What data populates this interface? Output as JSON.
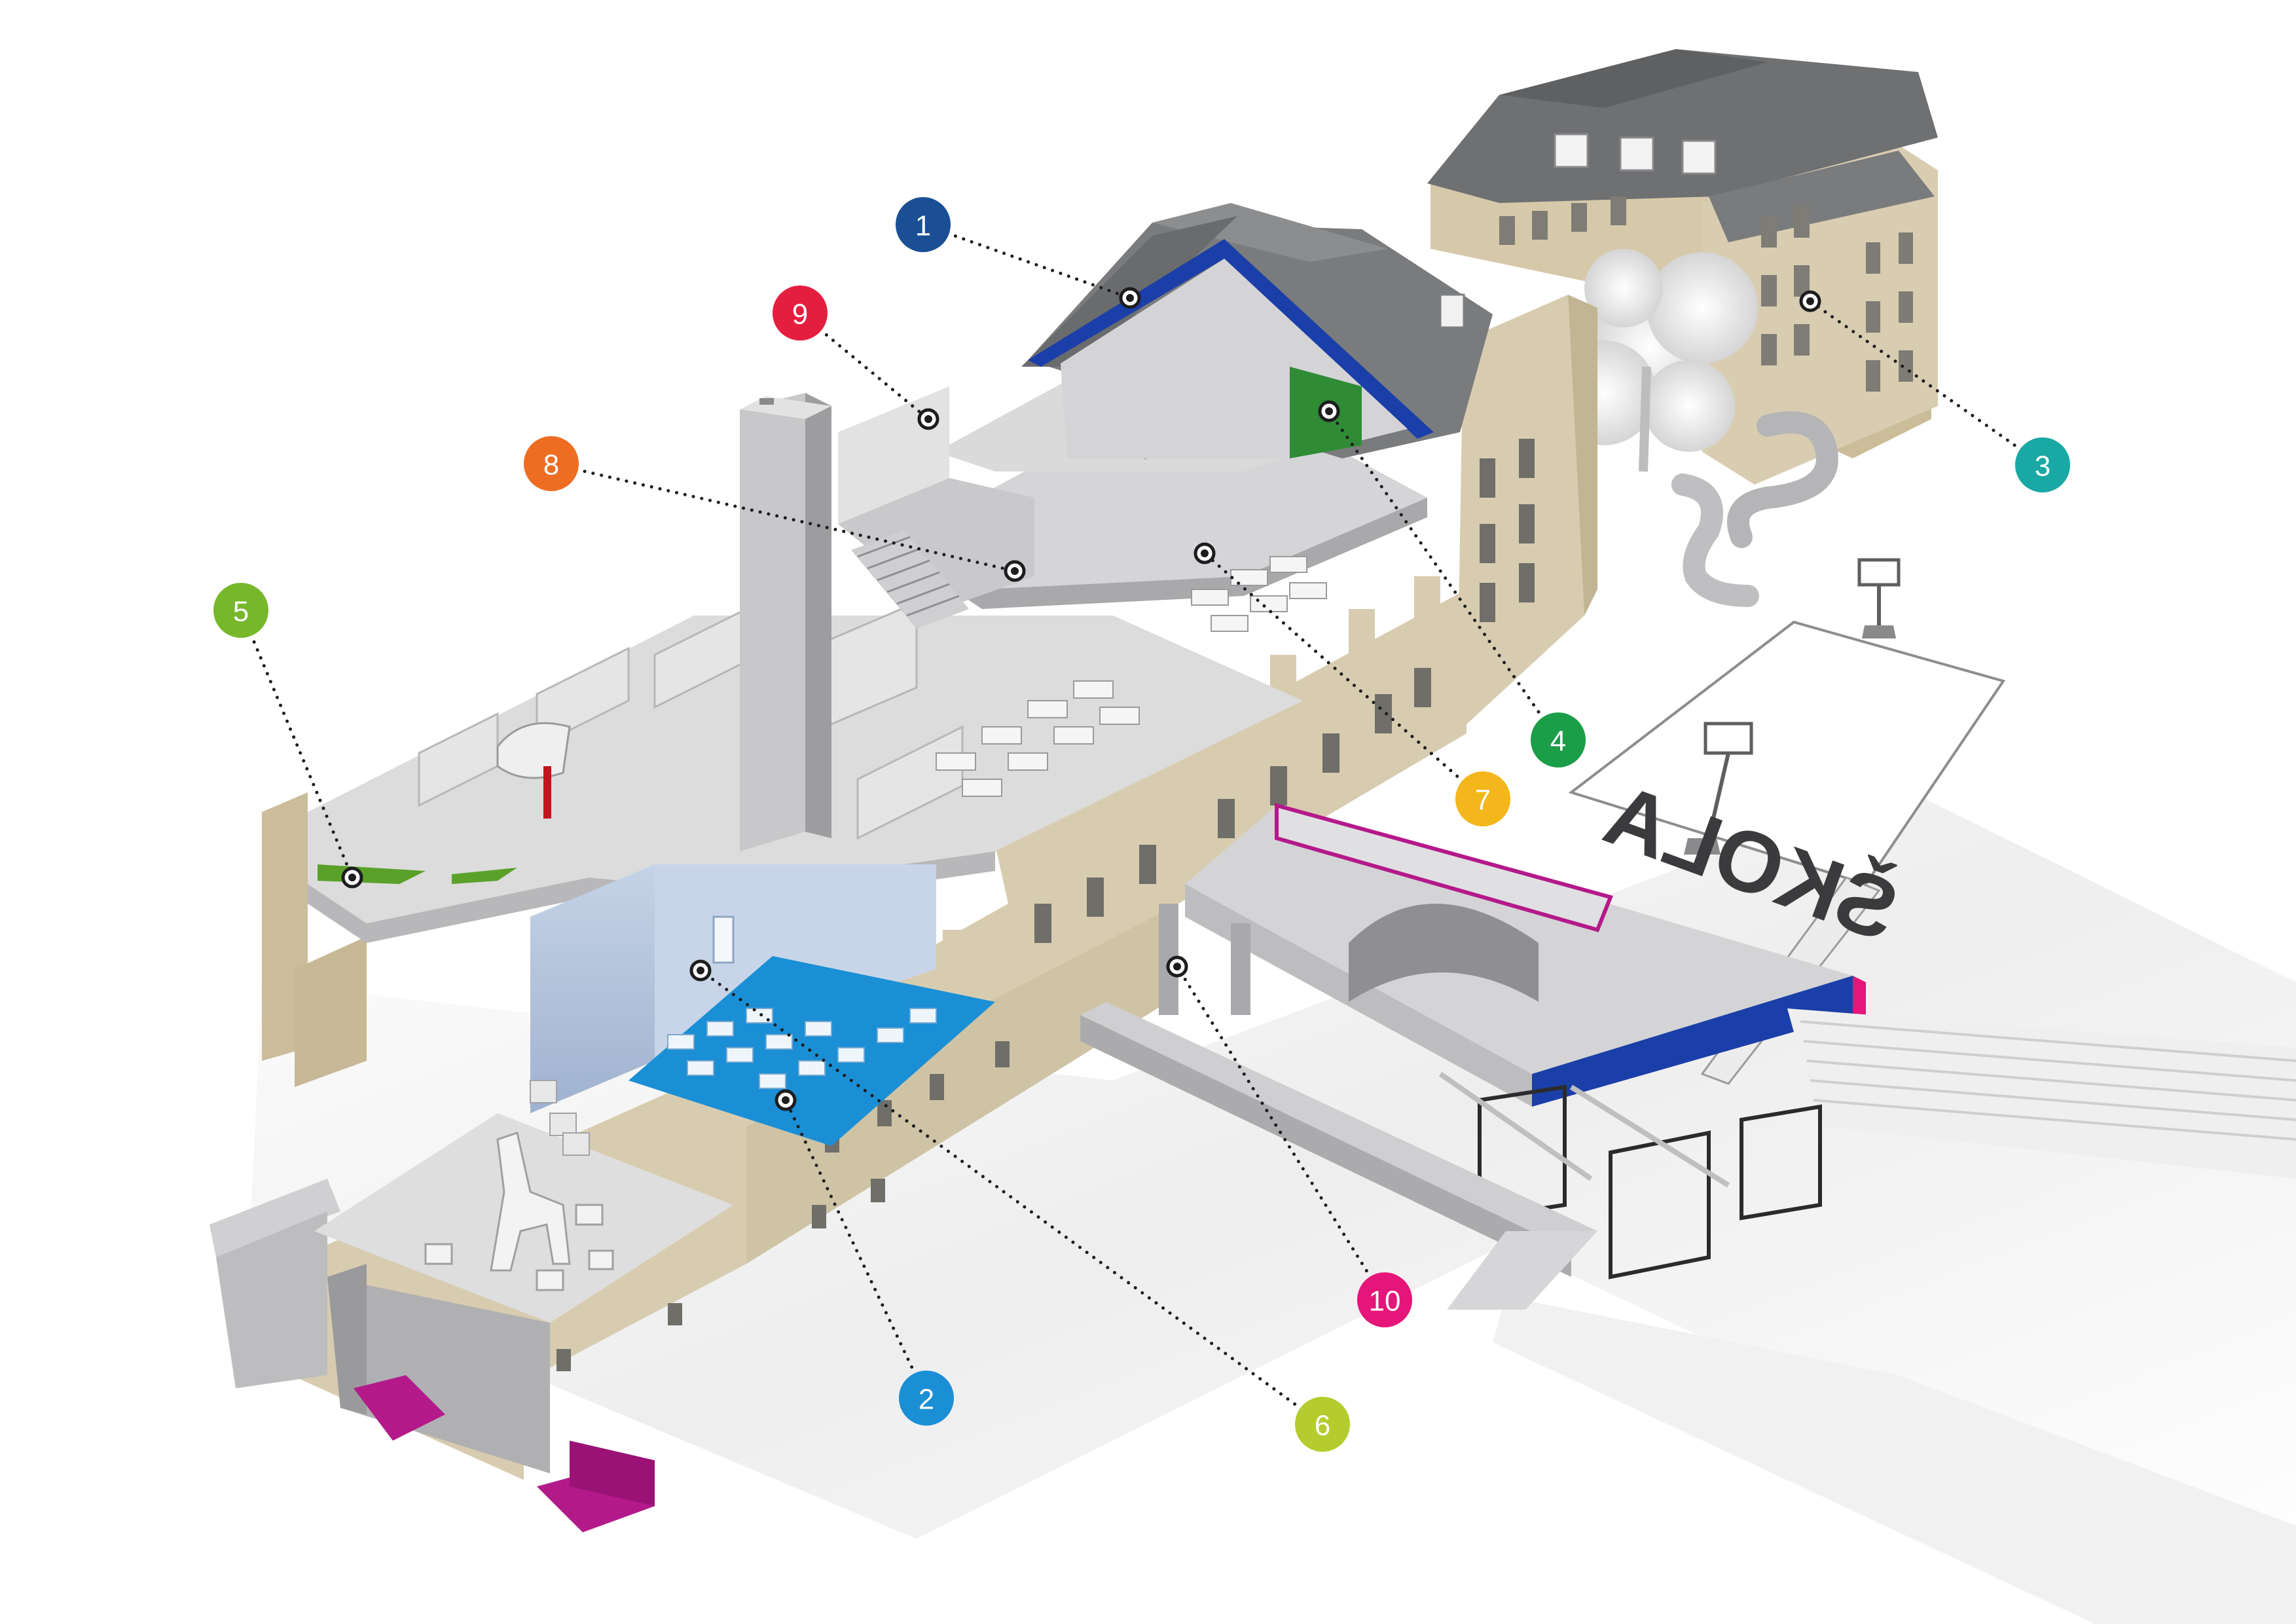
{
  "signage": {
    "school_sign": "ŠKOLA"
  },
  "callouts": [
    {
      "number": "1",
      "color": "#1a4f95"
    },
    {
      "number": "2",
      "color": "#1b8fd6"
    },
    {
      "number": "3",
      "color": "#1aa8a5"
    },
    {
      "number": "4",
      "color": "#1a9e48"
    },
    {
      "number": "5",
      "color": "#76b82a"
    },
    {
      "number": "6",
      "color": "#b5cc2e"
    },
    {
      "number": "7",
      "color": "#f4b71b"
    },
    {
      "number": "8",
      "color": "#ed6e23"
    },
    {
      "number": "9",
      "color": "#e41e3f"
    },
    {
      "number": "10",
      "color": "#e5157a"
    }
  ],
  "colors": {
    "facade": "#d8ccb0",
    "facade_shadow": "#c2b593",
    "concrete": "#d9d9d9",
    "concrete_dark": "#a8a8aa",
    "roof": "#6d6e70",
    "roof_trim_blue": "#1b3fa8",
    "floor_blue": "#1a8fd6",
    "accent_magenta": "#b4198a",
    "accent_green": "#5aa12a",
    "accent_red": "#c0141e"
  }
}
